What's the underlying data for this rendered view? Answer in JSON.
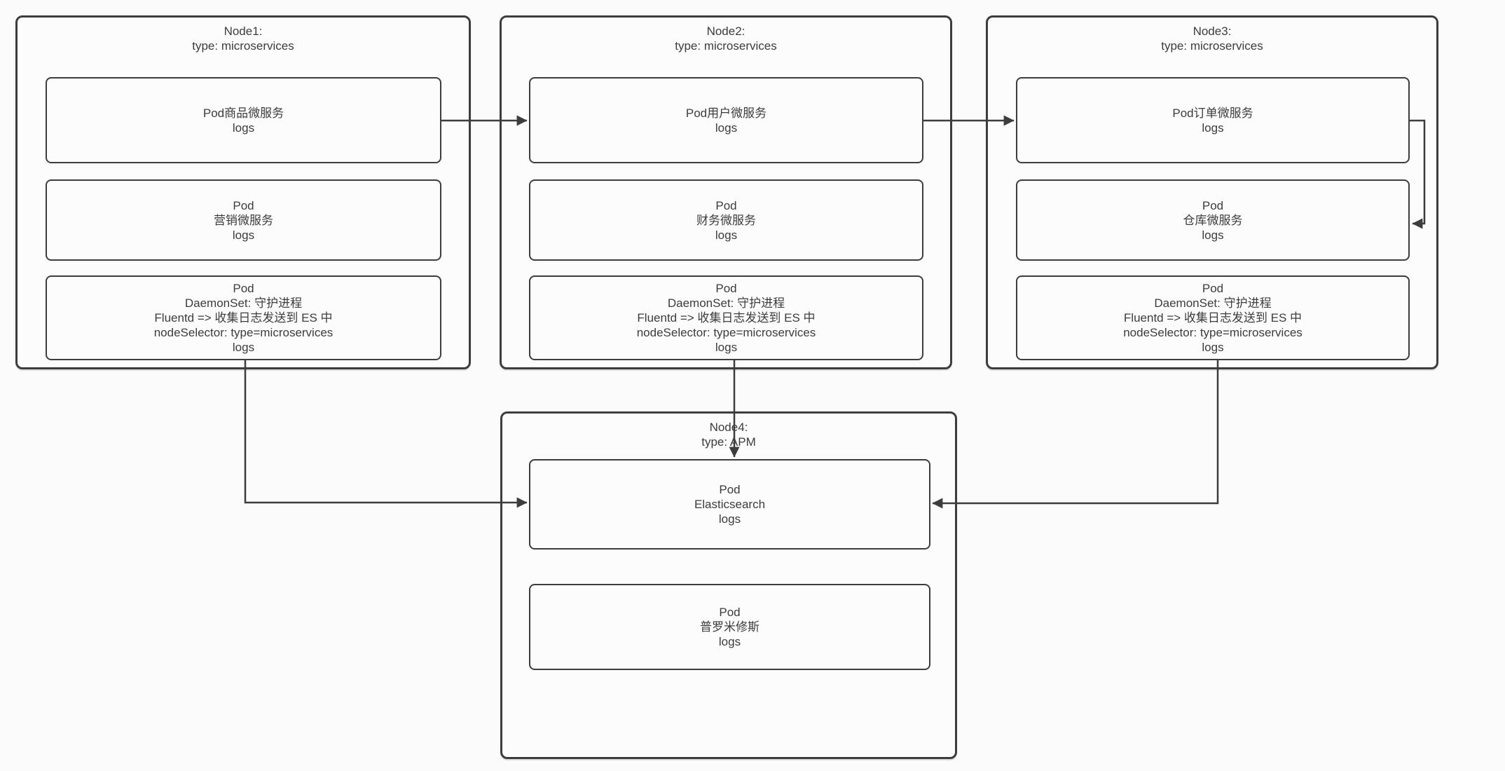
{
  "diagram": {
    "kind": "kubernetes-logging-architecture",
    "colors": {
      "background": "#fbfbfb",
      "box_fill": "#fcfcfc",
      "line": "#3d3d3d",
      "text": "#3c3c3c"
    }
  },
  "nodes": [
    {
      "title": "Node1:",
      "subtitle": "type: microservices",
      "pods": [
        {
          "lines": [
            "Pod商品微服务",
            "logs"
          ]
        },
        {
          "lines": [
            "Pod",
            "营销微服务",
            "logs"
          ]
        },
        {
          "lines": [
            "Pod",
            "DaemonSet: 守护进程",
            "Fluentd => 收集日志发送到 ES 中",
            "nodeSelector: type=microservices",
            "logs"
          ]
        }
      ]
    },
    {
      "title": "Node2:",
      "subtitle": "type: microservices",
      "pods": [
        {
          "lines": [
            "Pod用户微服务",
            "logs"
          ]
        },
        {
          "lines": [
            "Pod",
            "财务微服务",
            "logs"
          ]
        },
        {
          "lines": [
            "Pod",
            "DaemonSet: 守护进程",
            "Fluentd => 收集日志发送到 ES 中",
            "nodeSelector: type=microservices",
            "logs"
          ]
        }
      ]
    },
    {
      "title": "Node3:",
      "subtitle": "type: microservices",
      "pods": [
        {
          "lines": [
            "Pod订单微服务",
            "logs"
          ]
        },
        {
          "lines": [
            "Pod",
            "仓库微服务",
            "logs"
          ]
        },
        {
          "lines": [
            "Pod",
            "DaemonSet: 守护进程",
            "Fluentd => 收集日志发送到 ES 中",
            "nodeSelector: type=microservices",
            "logs"
          ]
        }
      ]
    },
    {
      "title": "Node4:",
      "subtitle": "type: APM",
      "pods": [
        {
          "lines": [
            "Pod",
            "Elasticsearch",
            "logs"
          ]
        },
        {
          "lines": [
            "Pod",
            "普罗米修斯",
            "logs"
          ]
        }
      ]
    }
  ],
  "connections": [
    {
      "from": "Node1 Pod商品微服务",
      "to": "Node2 Pod用户微服务"
    },
    {
      "from": "Node2 Pod用户微服务",
      "to": "Node3 Pod订单微服务"
    },
    {
      "from": "Node3 Pod订单微服务",
      "to": "Node3 Pod仓库微服务"
    },
    {
      "from": "Node1 DaemonSet Pod",
      "to": "Node4 Pod Elasticsearch"
    },
    {
      "from": "Node2 DaemonSet Pod",
      "to": "Node4 Pod Elasticsearch"
    },
    {
      "from": "Node3 DaemonSet Pod",
      "to": "Node4 Pod Elasticsearch"
    }
  ]
}
